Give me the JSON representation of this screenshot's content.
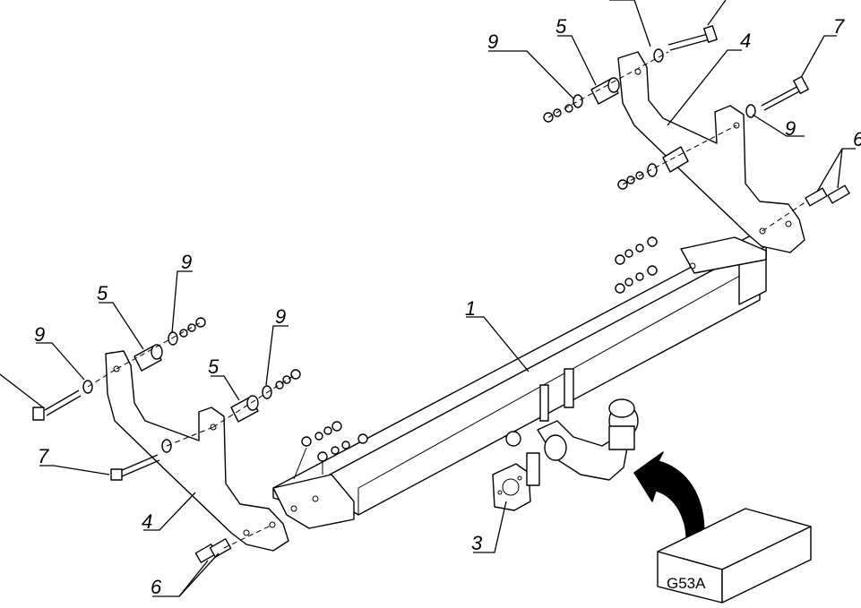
{
  "callouts": [
    {
      "id": "c1",
      "text": "1"
    },
    {
      "id": "c3",
      "text": "3"
    },
    {
      "id": "c4a",
      "text": "4"
    },
    {
      "id": "c4b",
      "text": "4"
    },
    {
      "id": "c5a",
      "text": "5"
    },
    {
      "id": "c5b",
      "text": "5"
    },
    {
      "id": "c5c",
      "text": "5"
    },
    {
      "id": "c6a",
      "text": "6"
    },
    {
      "id": "c6b",
      "text": "6"
    },
    {
      "id": "c7a",
      "text": "7"
    },
    {
      "id": "c7b",
      "text": "7"
    },
    {
      "id": "c9a",
      "text": "9"
    },
    {
      "id": "c9b",
      "text": "9"
    },
    {
      "id": "c9c",
      "text": "9"
    },
    {
      "id": "c9d",
      "text": "9"
    },
    {
      "id": "c9e",
      "text": "9"
    }
  ],
  "towball_box": {
    "code": "G53A"
  }
}
